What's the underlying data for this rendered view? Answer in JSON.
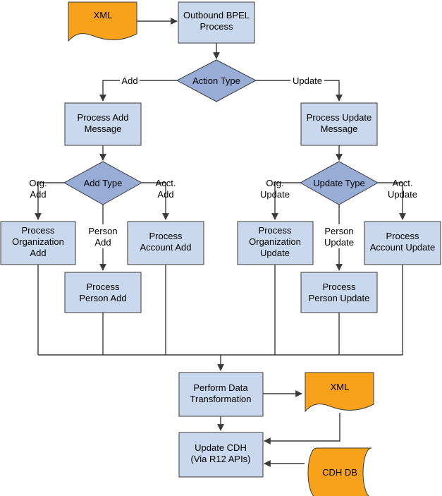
{
  "nodes": {
    "xml_top": "XML",
    "outbound_bpel": [
      "Outbound BPEL",
      "Process"
    ],
    "action_type": "Action Type",
    "process_add_message": [
      "Process Add",
      "Message"
    ],
    "process_update_message": [
      "Process Update",
      "Message"
    ],
    "add_type": "Add Type",
    "update_type": "Update Type",
    "process_org_add": [
      "Process",
      "Organization",
      "Add"
    ],
    "process_account_add": [
      "Process",
      "Account Add"
    ],
    "process_person_add": [
      "Process",
      "Person Add"
    ],
    "process_org_update": [
      "Process",
      "Organization",
      "Update"
    ],
    "process_account_update": [
      "Process",
      "Account Update"
    ],
    "process_person_update": [
      "Process",
      "Person Update"
    ],
    "perform_data_transformation": [
      "Perform Data",
      "Transformation"
    ],
    "xml_bottom": "XML",
    "update_cdh": [
      "Update CDH",
      "(Via R12 APIs)"
    ],
    "cdh_db": "CDH DB"
  },
  "edge_labels": {
    "add": "Add",
    "update": "Update",
    "org_add": [
      "Org.",
      "Add"
    ],
    "acct_add": [
      "Acct.",
      "Add"
    ],
    "person_add": [
      "Person",
      "Add"
    ],
    "org_update": [
      "Org.",
      "Update"
    ],
    "acct_update": [
      "Acct.",
      "Update"
    ],
    "person_update": [
      "Person",
      "Update"
    ]
  },
  "colors": {
    "process_fill": "#c9d8ec",
    "decision_fill": "#97add6",
    "document_fill": "#f8a21c",
    "line": "#3a3a3a"
  }
}
